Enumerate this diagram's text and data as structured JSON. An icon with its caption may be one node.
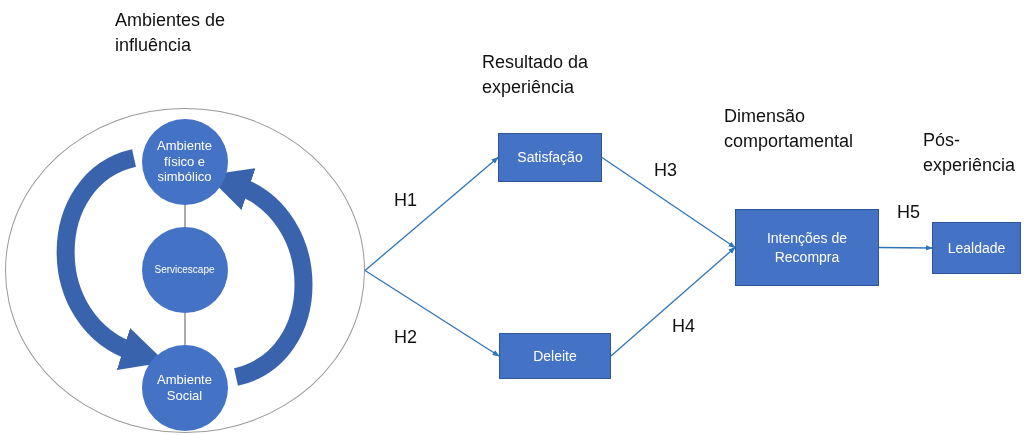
{
  "diagram": {
    "nodes": [
      {
        "text": [],
        "shape": "circle"
      },
      {
        "text": [
          "Ambiente físico e simbólico"
        ],
        "in": 0
      },
      {
        "text": [
          "Servicescape"
        ],
        "in": 0
      },
      {
        "text": [
          "Ambiente Social"
        ],
        "in": 0
      },
      {
        "text": [
          "Satisfação"
        ]
      },
      {
        "text": [
          "Deleite"
        ]
      },
      {
        "text": [
          "Intenções de Recompra"
        ]
      },
      {
        "text": [
          "Lealdade"
        ]
      }
    ],
    "edges": [
      {
        "from": 1,
        "to": 2,
        "arrow": "none",
        "color": "#7f7f7f"
      },
      {
        "from": 2,
        "to": 3,
        "arrow": "none",
        "color": "#7f7f7f"
      },
      {
        "from": 1,
        "to": 3,
        "arrow": "to",
        "style": "thick"
      },
      {
        "from": 3,
        "to": 1,
        "arrow": "to",
        "style": "thick"
      },
      {
        "from": 0,
        "to": 4,
        "arrow": "to",
        "label": "H1"
      },
      {
        "from": 0,
        "to": 5,
        "arrow": "to",
        "label": "H2"
      },
      {
        "from": 4,
        "to": 6,
        "arrow": "to",
        "label": "H3"
      },
      {
        "from": 5,
        "to": 6,
        "arrow": "to",
        "label": "H4"
      },
      {
        "from": 6,
        "to": 7,
        "arrow": "to",
        "label": "H5"
      }
    ],
    "labels": [
      "Ambientes de influência",
      "Resultado da experiência",
      "Dimensão comportamental",
      "Pós-experiência"
    ]
  }
}
